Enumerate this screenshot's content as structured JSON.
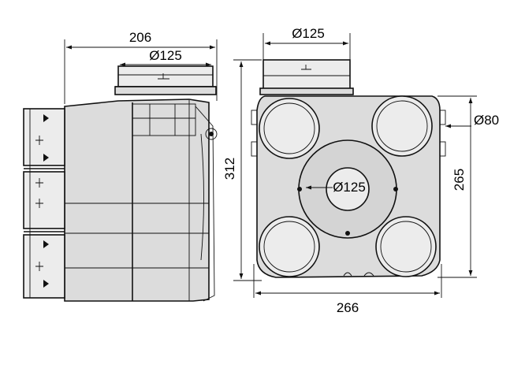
{
  "dimensions": {
    "side_width": "206",
    "side_top_diameter": "Ø125",
    "height": "312",
    "front_top_diameter": "Ø125",
    "side_port_diameter": "Ø80",
    "front_height": "265",
    "center_diameter": "Ø125",
    "front_width": "266"
  },
  "colors": {
    "body_fill": "#dcdcdc",
    "pipe_fill": "#ececec",
    "line": "#111111",
    "background": "#ffffff"
  }
}
